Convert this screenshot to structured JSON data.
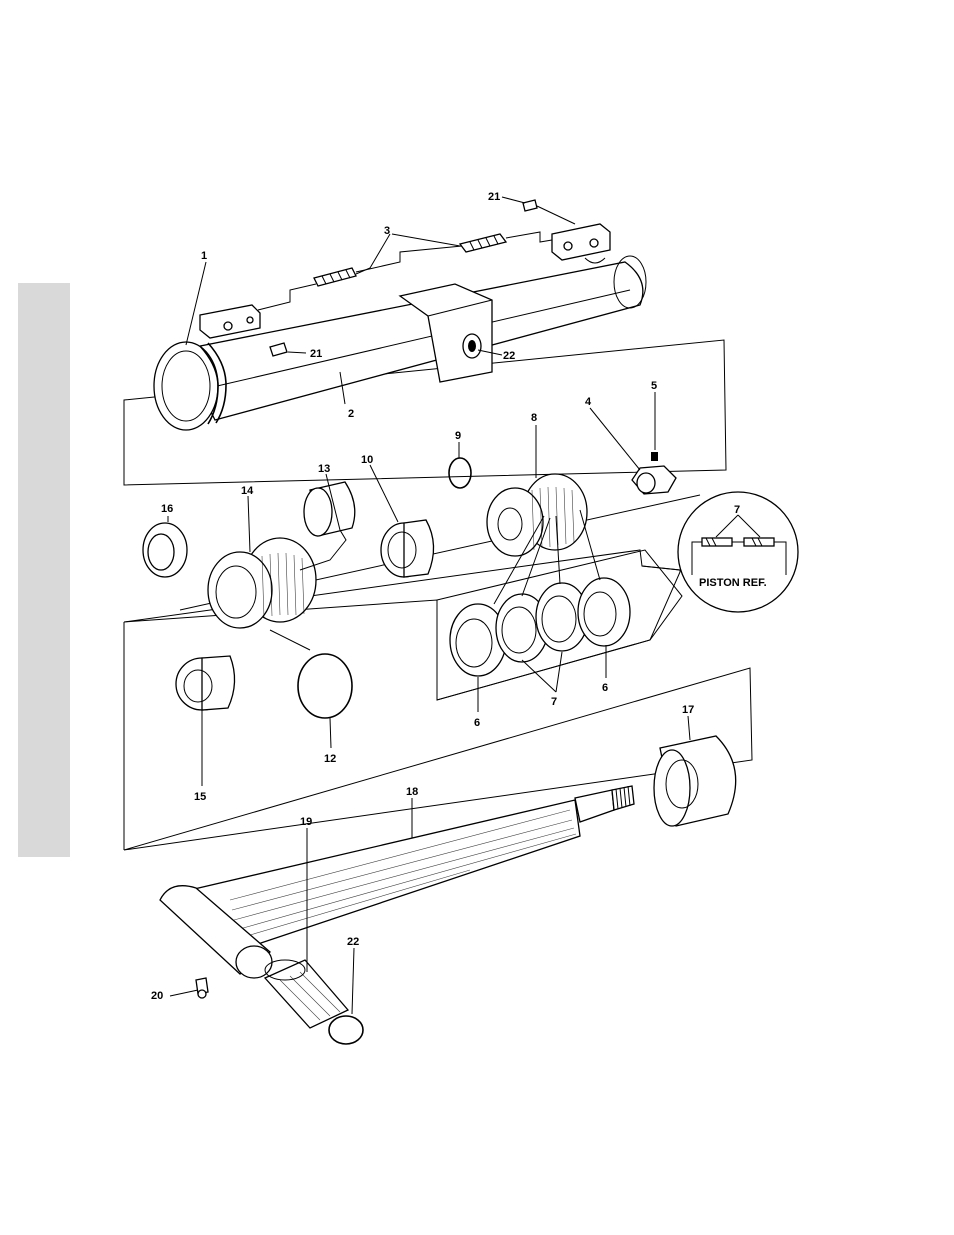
{
  "inset": {
    "label": "PISTON REF.",
    "callout": "7"
  },
  "callouts": {
    "c1": "1",
    "c2": "2",
    "c3": "3",
    "c4": "4",
    "c5": "5",
    "c6a": "6",
    "c6b": "6",
    "c7a": "7",
    "c8": "8",
    "c9": "9",
    "c10": "10",
    "c12": "12",
    "c13": "13",
    "c14": "14",
    "c15": "15",
    "c16": "16",
    "c17": "17",
    "c18": "18",
    "c19": "19",
    "c20": "20",
    "c21a": "21",
    "c21b": "21",
    "c22a": "22",
    "c22b": "22"
  }
}
